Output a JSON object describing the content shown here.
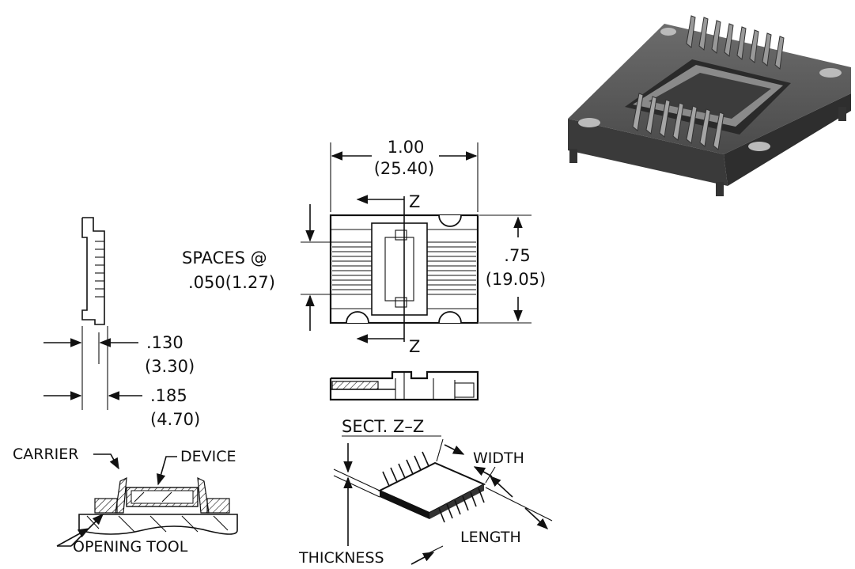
{
  "width_dim": {
    "inch": "1.00",
    "mm": "(25.40)"
  },
  "height_dim": {
    "inch": ".75",
    "mm": "(19.05)"
  },
  "spacing": {
    "line1": "SPACES @",
    "line2": ".050(1.27)"
  },
  "section_mark": "Z",
  "section_title": "SECT. Z–Z",
  "side_dim_1": {
    "inch": ".130",
    "mm": "(3.30)"
  },
  "side_dim_2": {
    "inch": ".185",
    "mm": "(4.70)"
  },
  "labels": {
    "carrier": "CARRIER",
    "device": "DEVICE",
    "opening_tool": "OPENING TOOL",
    "width": "WIDTH",
    "length": "LENGTH",
    "thickness": "THICKNESS"
  }
}
